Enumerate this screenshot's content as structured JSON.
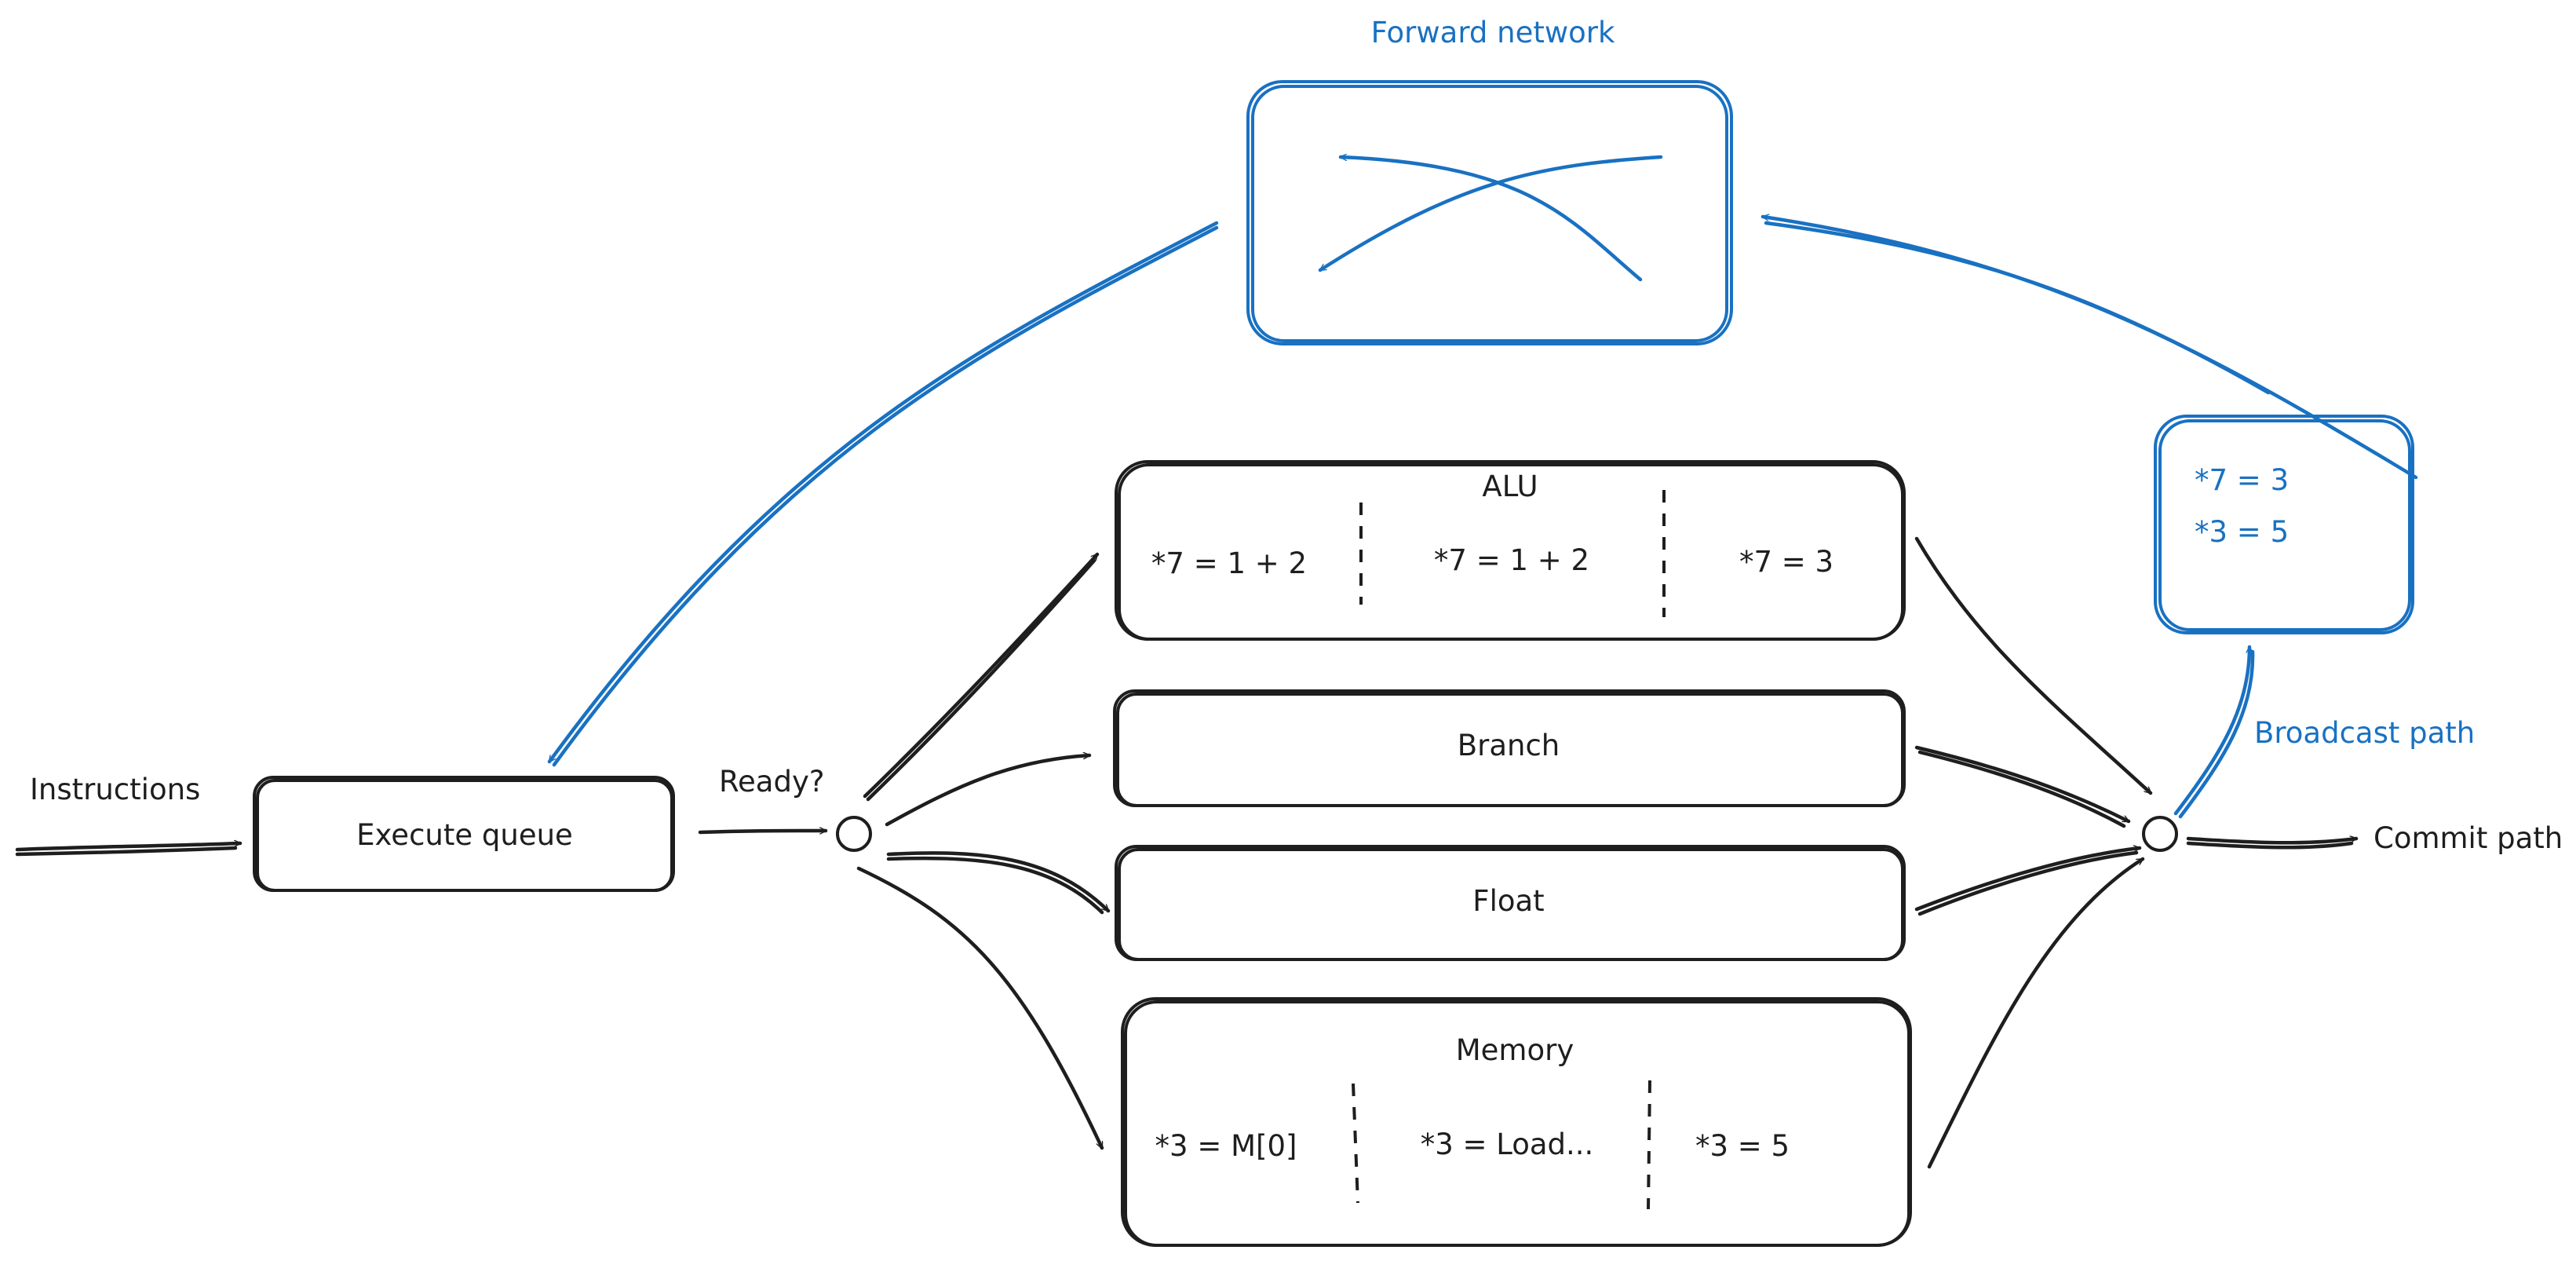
{
  "colors": {
    "ink": "#1e1e1e",
    "accent": "#1971c2",
    "background": "#ffffff"
  },
  "labels": {
    "forward_network": "Forward network",
    "instructions": "Instructions",
    "execute_queue": "Execute queue",
    "ready": "Ready?",
    "alu": "ALU",
    "branch": "Branch",
    "float": "Float",
    "memory": "Memory",
    "broadcast_path": "Broadcast path",
    "commit_path": "Commit path"
  },
  "alu_stages": [
    "*7 = 1 + 2",
    "*7 = 1 + 2",
    "*7 = 3"
  ],
  "memory_stages": [
    "*3 = M[0]",
    "*3 = Load...",
    "*3 = 5"
  ],
  "forward_values": [
    "*7 = 3",
    "*3 = 5"
  ]
}
